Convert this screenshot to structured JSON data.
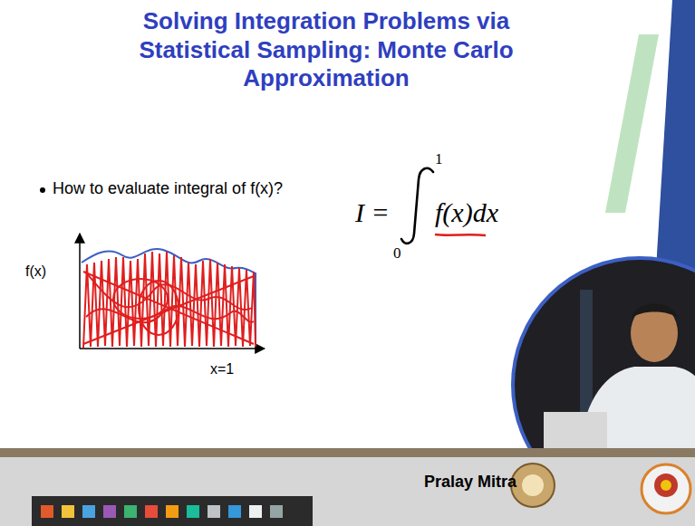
{
  "diagram": {
    "title": "Solving Integration Problems via Statistical Sampling: Monte Carlo Approximation",
    "labels": [
      "How to evaluate integral of f(x)?",
      "f(x)",
      "x=1",
      "I =",
      "1",
      "0",
      "f(x)dx",
      "Pralay Mitra"
    ]
  }
}
